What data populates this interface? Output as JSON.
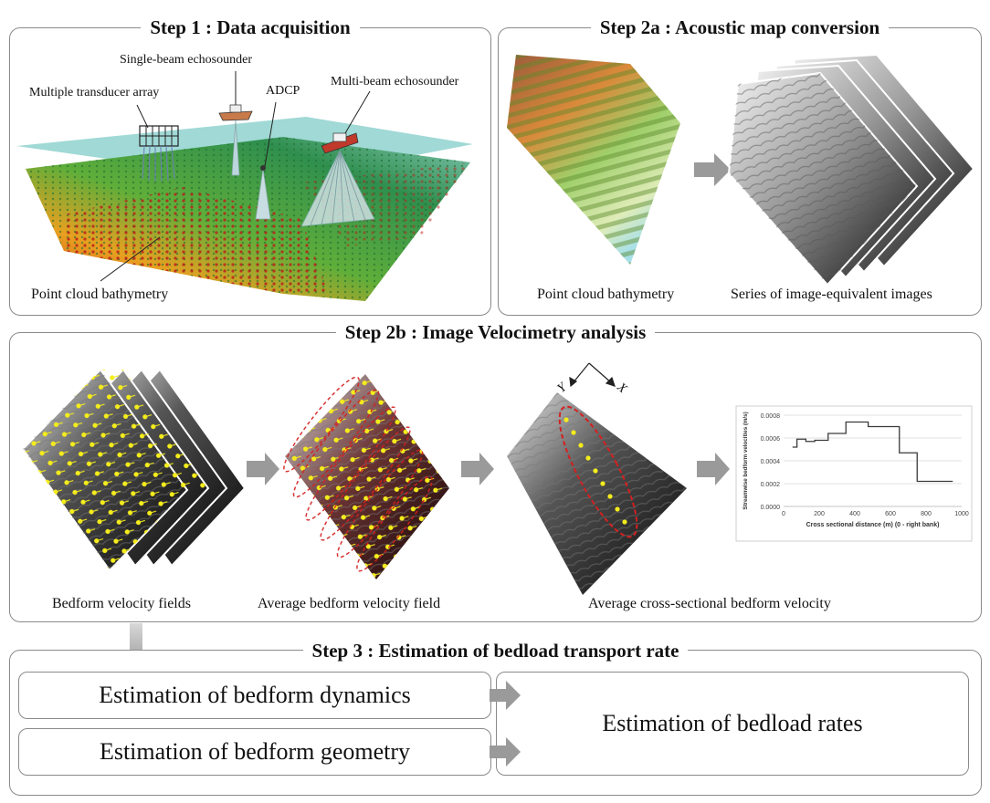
{
  "step1": {
    "title": "Step 1 : Data acquisition",
    "labels": {
      "single_beam": "Single-beam echosounder",
      "multiple_transducer": "Multiple transducer array",
      "adcp": "ADCP",
      "multi_beam": "Multi-beam echosounder"
    },
    "caption": "Point cloud bathymetry"
  },
  "step2a": {
    "title": "Step 2a : Acoustic map conversion",
    "caption_left": "Point cloud bathymetry",
    "caption_right": "Series of image-equivalent images"
  },
  "step2b": {
    "title": "Step 2b : Image Velocimetry analysis",
    "captions": {
      "fields": "Bedform velocity fields",
      "average_field": "Average bedform velocity field",
      "cross_sectional": "Average cross-sectional bedform velocity"
    },
    "axis_y": "Y",
    "axis_x": "X",
    "chart_data": {
      "type": "line",
      "ylabel": "Streamwise bedform velocities (m/s)",
      "xlabel": "Cross sectional distance (m) (0 - right bank)",
      "xlim": [
        0,
        1000
      ],
      "ylim": [
        0,
        0.0008
      ],
      "xticks": [
        "0",
        "200",
        "400",
        "600",
        "800",
        "1000"
      ],
      "yticks": [
        "0.0000",
        "0.0002",
        "0.0004",
        "0.0006",
        "0.0008"
      ],
      "x": [
        50,
        75,
        75,
        125,
        125,
        175,
        175,
        250,
        250,
        350,
        350,
        475,
        475,
        650,
        650,
        750,
        750,
        950
      ],
      "y": [
        0.00052,
        0.00052,
        0.00059,
        0.00059,
        0.00057,
        0.00057,
        0.00058,
        0.00058,
        0.00064,
        0.00064,
        0.00074,
        0.00074,
        0.0007,
        0.0007,
        0.00047,
        0.00047,
        0.00022,
        0.00022
      ]
    }
  },
  "step3": {
    "title": "Step 3 : Estimation of bedload transport rate",
    "dynamics": "Estimation of bedform dynamics",
    "geometry": "Estimation of bedform geometry",
    "rates": "Estimation of bedload rates"
  },
  "colors": {
    "panel_border": "#8a8a8a",
    "arrow_gray": "#9a9a9a",
    "velocity_dot": "#f4ec1c",
    "ellipse_red": "#d42020",
    "chart_line": "#3a3a3a"
  }
}
